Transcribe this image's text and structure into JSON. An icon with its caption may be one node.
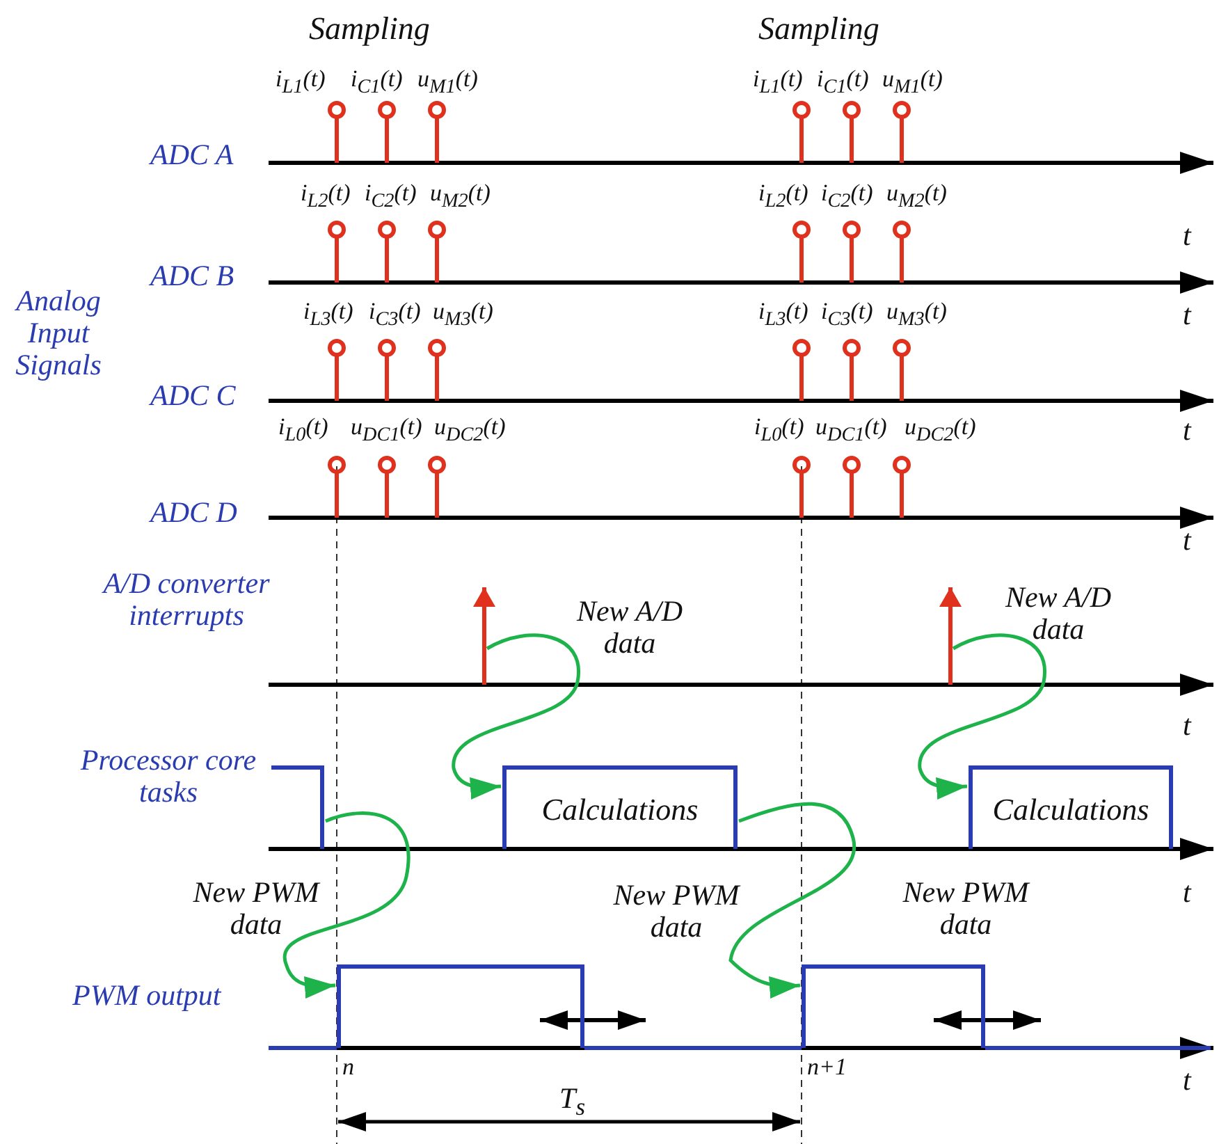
{
  "diagram": {
    "nodes": [
      {
        "text": [],
        "shape": "box"
      },
      {
        "text": [
          "Calculations"
        ]
      },
      {
        "text": [
          "Calculations"
        ]
      },
      {
        "text": [],
        "shape": "box"
      },
      {
        "text": [],
        "shape": "box"
      }
    ],
    "edges": [
      {
        "from": null,
        "to": 1,
        "arrow": "to",
        "label": "New A/D data"
      },
      {
        "from": null,
        "to": 2,
        "arrow": "to",
        "label": "New A/D data"
      },
      {
        "from": 0,
        "to": 3,
        "arrow": "to",
        "label": "New PWM data"
      },
      {
        "from": 1,
        "to": 4,
        "arrow": "to",
        "label": "New PWM data"
      }
    ],
    "labels": [
      "Sampling",
      "Sampling",
      "i$_{L1}$(t)",
      "i$_{C1}$(t)",
      "u$_{M1}$(t)",
      "i$_{L1}$(t)",
      "i$_{C1}$(t)",
      "u$_{M1}$(t)",
      "ADC A",
      "i$_{L2}$(t)",
      "i$_{C2}$(t)",
      "u$_{M2}$(t)",
      "i$_{L2}$(t)",
      "i$_{C2}$(t)",
      "u$_{M2}$(t)",
      "t",
      "ADC B",
      "Analog Input Signals",
      "t",
      "i$_{L3}$(t)",
      "i$_{C3}$(t)",
      "u$_{M3}$(t)",
      "i$_{L3}$(t)",
      "i$_{C3}$(t)",
      "u$_{M3}$(t)",
      "ADC C",
      "i$_{L0}$(t)",
      "u$_{DC1}$(t)",
      "u$_{DC2}$(t)",
      "i$_{L0}$(t)",
      "u$_{DC1}$(t)",
      "u$_{DC2}$(t)",
      "t",
      "ADC D",
      "t",
      "A/D converter interrupts",
      "t",
      "Processor core tasks",
      "t",
      "New PWM data",
      "PWM output",
      "n",
      "n+1",
      "t",
      "T$_{s}$"
    ]
  }
}
